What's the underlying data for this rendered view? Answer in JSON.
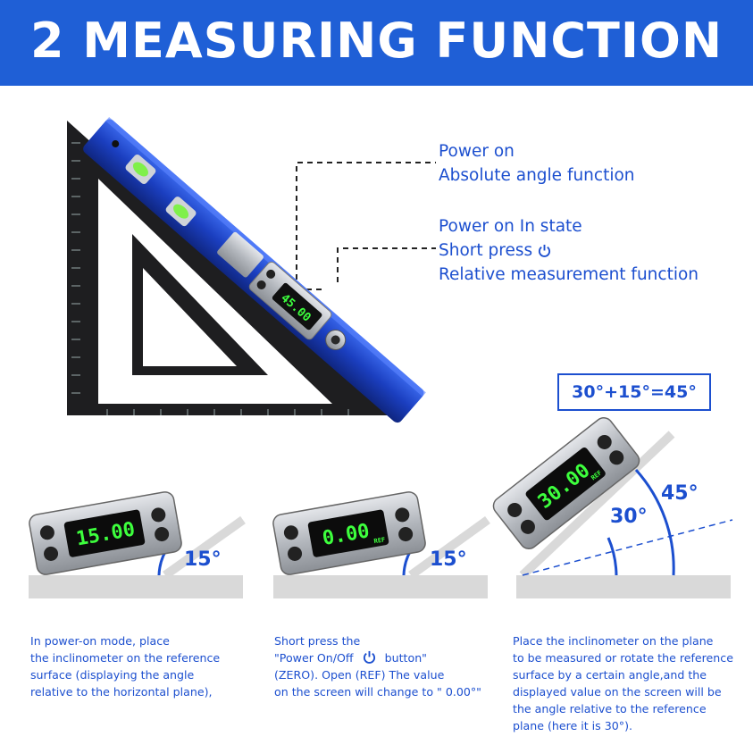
{
  "banner": {
    "title": "2 MEASURING FUNCTION"
  },
  "callouts": {
    "power_on": {
      "line1": "Power on",
      "line2": "Absolute angle function"
    },
    "relative": {
      "line1": "Power on In state",
      "line2": "Short press",
      "line3": "Relative measurement function"
    }
  },
  "device_main": {
    "reading": "45.00"
  },
  "equation": "30°+15°=45°",
  "panels": [
    {
      "reading": "15.00",
      "angle_label": "15°"
    },
    {
      "reading": "0.00",
      "unit_tag": "REF",
      "angle_label": "15°"
    },
    {
      "reading": "30.00",
      "unit_tag": "REF",
      "angle_label_a": "30°",
      "angle_label_b": "45°"
    }
  ],
  "captions": {
    "c1": [
      "In power-on mode, place",
      "the inclinometer on the reference",
      "surface (displaying the angle",
      "relative to the horizontal plane),"
    ],
    "c2_l1": "Short press the",
    "c2_l2a": "\"Power On/Off",
    "c2_l2b": "button\"",
    "c2_l3": "(ZERO). Open (REF)  The value",
    "c2_l4": " on the screen  will change to \" 0.00°\"",
    "c3": [
      "Place the inclinometer on the plane",
      "to be measured or rotate the reference",
      "surface by a certain angle,and the",
      "displayed value on the screen will be",
      " the angle relative to the reference",
      "plane (here it is 30°)."
    ]
  },
  "colors": {
    "banner": "#1f5fd6",
    "text_blue": "#1c4fcf",
    "lcd_green": "#3dff3d",
    "level_blue": "#1b3fc0"
  },
  "icons": [
    "power-icon",
    "mode-icon",
    "bubble-vial-icon"
  ]
}
